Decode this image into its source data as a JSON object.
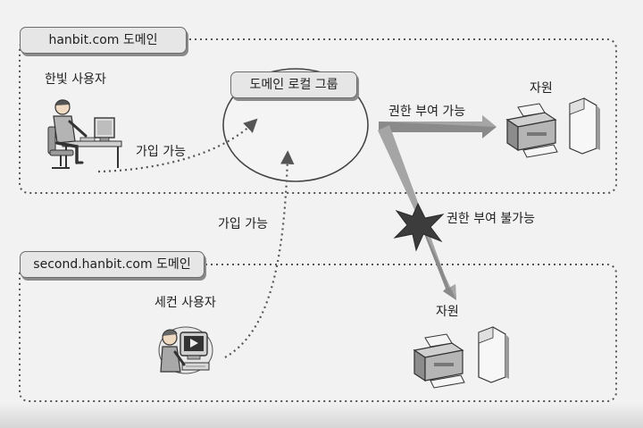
{
  "domains": {
    "hanbit": {
      "label": "hanbit.com 도메인"
    },
    "second": {
      "label": "second.hanbit.com 도메인"
    }
  },
  "local_group": {
    "label": "도메인 로컬 그룹"
  },
  "users": {
    "hanbit_user": "한빛 사용자",
    "second_user": "세컨 사용자"
  },
  "edges": {
    "join_from_hanbit": "가입 가능",
    "join_from_second": "가입 가능",
    "grant_allowed": "권한 부여 가능",
    "grant_denied": "권한 부여 불가능"
  },
  "resources": {
    "resource_hanbit": "자원",
    "resource_second": "자원"
  },
  "icons": {
    "hanbit_user": "person-at-computer-icon",
    "second_user": "person-at-monitor-icon",
    "printer": "printer-icon",
    "document": "document-icon",
    "denied": "burst-star-icon"
  }
}
